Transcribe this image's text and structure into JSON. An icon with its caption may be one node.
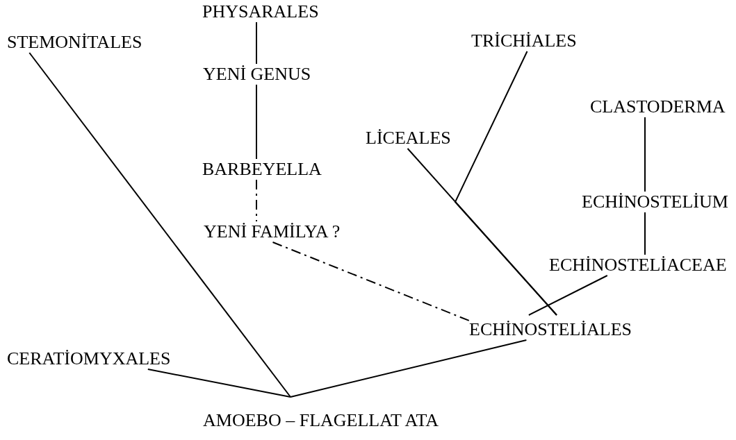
{
  "diagram": {
    "nodes": [
      {
        "text": [
          "PHYSARALES"
        ]
      },
      {
        "text": [
          "STEMONİTALES"
        ]
      },
      {
        "text": [
          "TRİCHİALES"
        ]
      },
      {
        "text": [
          "YENİ GENUS"
        ]
      },
      {
        "text": [
          "CLASTODERMA"
        ]
      },
      {
        "text": [
          "LİCEALES"
        ]
      },
      {
        "text": [
          "BARBEYELLA"
        ]
      },
      {
        "text": [
          "ECHİNOSTELİUM"
        ]
      },
      {
        "text": [
          "YENİ FAMİLYA ?"
        ]
      },
      {
        "text": [
          "ECHİNOSTELİACEAE"
        ]
      },
      {
        "text": [
          "ECHİNOSTELİALES"
        ]
      },
      {
        "text": [
          "CERATİOMYXALES"
        ]
      },
      {
        "text": [
          "AMOEBO – FLAGELLAT ATA"
        ]
      }
    ],
    "edges": [
      {
        "from": 0,
        "to": 3,
        "arrow": "none"
      },
      {
        "from": 3,
        "to": 6,
        "arrow": "none"
      },
      {
        "from": 6,
        "to": 8,
        "arrow": "none",
        "style": "dashed"
      },
      {
        "from": 8,
        "to": 10,
        "arrow": "none",
        "style": "dashed"
      },
      {
        "from": 1,
        "to": 12,
        "arrow": "none"
      },
      {
        "from": 2,
        "to": 10,
        "arrow": "none"
      },
      {
        "from": 5,
        "to": 10,
        "arrow": "none"
      },
      {
        "from": 4,
        "to": 7,
        "arrow": "none"
      },
      {
        "from": 7,
        "to": 9,
        "arrow": "none"
      },
      {
        "from": 9,
        "to": 10,
        "arrow": "none"
      },
      {
        "from": 11,
        "to": 12,
        "arrow": "none"
      },
      {
        "from": 10,
        "to": 12,
        "arrow": "none"
      }
    ]
  }
}
